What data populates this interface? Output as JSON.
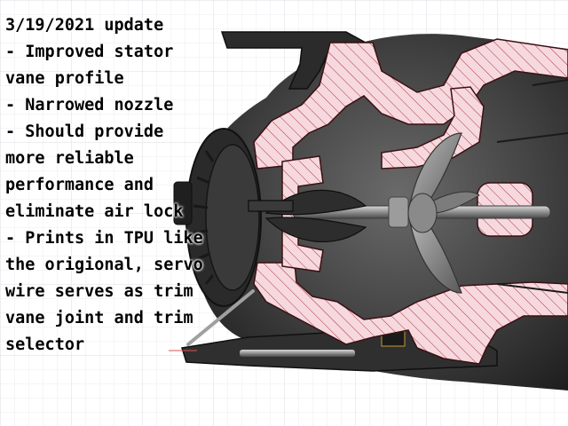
{
  "annotation": {
    "lines": [
      "3/19/2021 update",
      "- Improved stator",
      "vane profile",
      "- Narrowed nozzle",
      "- Should provide",
      "more reliable",
      "performance and",
      "eliminate air lock",
      "- Prints in TPU like",
      "the origional, servo",
      "wire serves as trim",
      "vane joint and trim",
      "selector"
    ]
  },
  "colors": {
    "background": "#ffffff",
    "grid": "#e4e4ea",
    "section_fill": "#f6d9de",
    "hatch": "#b0313d",
    "dark_body": "#2c2c2c",
    "housing": "#3b3b3b",
    "prop": "#8a8a8a",
    "text": "#000000"
  },
  "icons": [
    "section-view",
    "impeller-icon",
    "nozzle-icon",
    "servo-wire-icon"
  ]
}
